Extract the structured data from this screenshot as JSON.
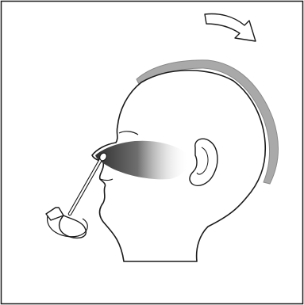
{
  "figure": {
    "subject": "head-profile",
    "elements": [
      "head-outline",
      "hair",
      "ear",
      "nasal-cavity",
      "swab",
      "rotation-arrow-top",
      "rotation-arrow-swab"
    ],
    "colors": {
      "line": "#1a1a1a",
      "hair": "#a9a9a9",
      "cavity_dark": "#3a3a3a",
      "background": "#ffffff"
    }
  }
}
